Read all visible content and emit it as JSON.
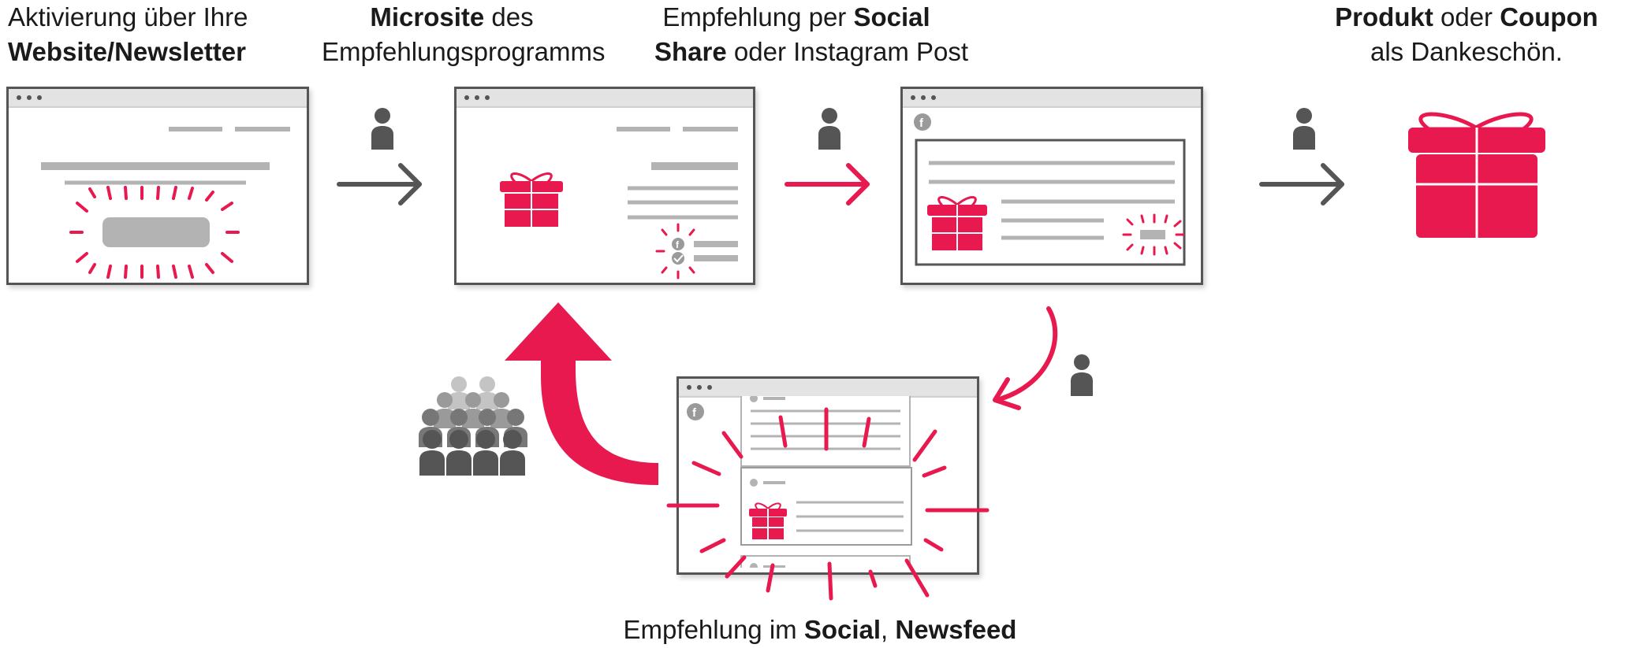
{
  "colors": {
    "accent": "#e8194f",
    "dark": "#555555",
    "line": "#b3b3b3"
  },
  "steps": [
    {
      "line1_pre": "Aktivierung über Ihre",
      "line1_bold": "",
      "line1_post": "",
      "line2_bold": "Website/Newsletter",
      "line2_post": ""
    },
    {
      "line1_bold": "Microsite",
      "line1_post": " des",
      "line2": "Empfehlungsprogramms"
    },
    {
      "line1_pre": "Empfehlung per ",
      "line1_bold": "Social",
      "line2_bold": "Share",
      "line2_post": " oder Instagram Post"
    },
    {
      "line1_bold": "Produkt",
      "line1_mid": " oder ",
      "line1_bold2": "Coupon",
      "line2": "als Dankeschön."
    }
  ],
  "bottom_caption": {
    "pre": "Empfehlung im ",
    "bold1": "Social",
    "sep": ", ",
    "bold2": "Newsfeed"
  },
  "icons": [
    "person-icon",
    "arrow-right-icon",
    "gift-icon",
    "facebook-icon",
    "twitter-icon",
    "crowd-icon",
    "return-arrow-icon"
  ]
}
